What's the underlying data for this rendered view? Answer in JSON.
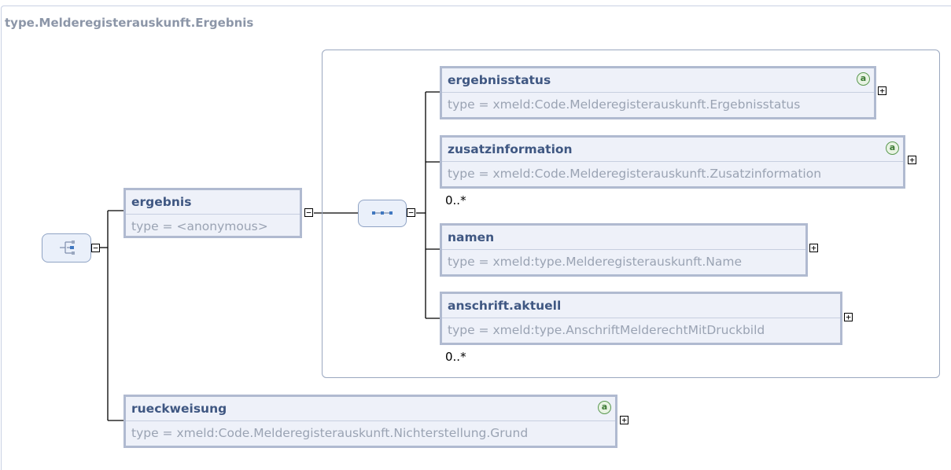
{
  "diagram": {
    "title": "type.Melderegisterauskunft.Ergebnis"
  },
  "root_compositor": {
    "icon": "choice-compositor-icon",
    "toggle": "−"
  },
  "sequence_compositor": {
    "icon": "sequence-compositor-icon",
    "toggle": "−"
  },
  "elements": [
    {
      "name": "ergebnis",
      "type": "type = <anonymous>",
      "has_attributes": false,
      "toggle": "−",
      "multiplicity": ""
    },
    {
      "name": "ergebnisstatus",
      "type": "type = xmeld:Code.Melderegisterauskunft.Ergebnisstatus",
      "has_attributes": true,
      "toggle": "+",
      "multiplicity": ""
    },
    {
      "name": "zusatzinformation",
      "type": "type = xmeld:Code.Melderegisterauskunft.Zusatzinformation",
      "has_attributes": true,
      "toggle": "+",
      "multiplicity": "0..*"
    },
    {
      "name": "namen",
      "type": "type = xmeld:type.Melderegisterauskunft.Name",
      "has_attributes": false,
      "toggle": "+",
      "multiplicity": ""
    },
    {
      "name": "anschrift.aktuell",
      "type": "type = xmeld:type.AnschriftMelderechtMitDruckbild",
      "has_attributes": false,
      "toggle": "+",
      "multiplicity": "0..*"
    },
    {
      "name": "rueckweisung",
      "type": "type = xmeld:Code.Melderegisterauskunft.Nichterstellung.Grund",
      "has_attributes": true,
      "toggle": "+",
      "multiplicity": ""
    }
  ],
  "attribute_icon_glyph": "a",
  "colors": {
    "element_border": "#b0bad0",
    "element_fill": "#eef1f9",
    "name_text": "#3f5782",
    "type_text": "#9aa3b3",
    "attribute_icon": "#5a9850",
    "title_text": "#8c96a8"
  }
}
